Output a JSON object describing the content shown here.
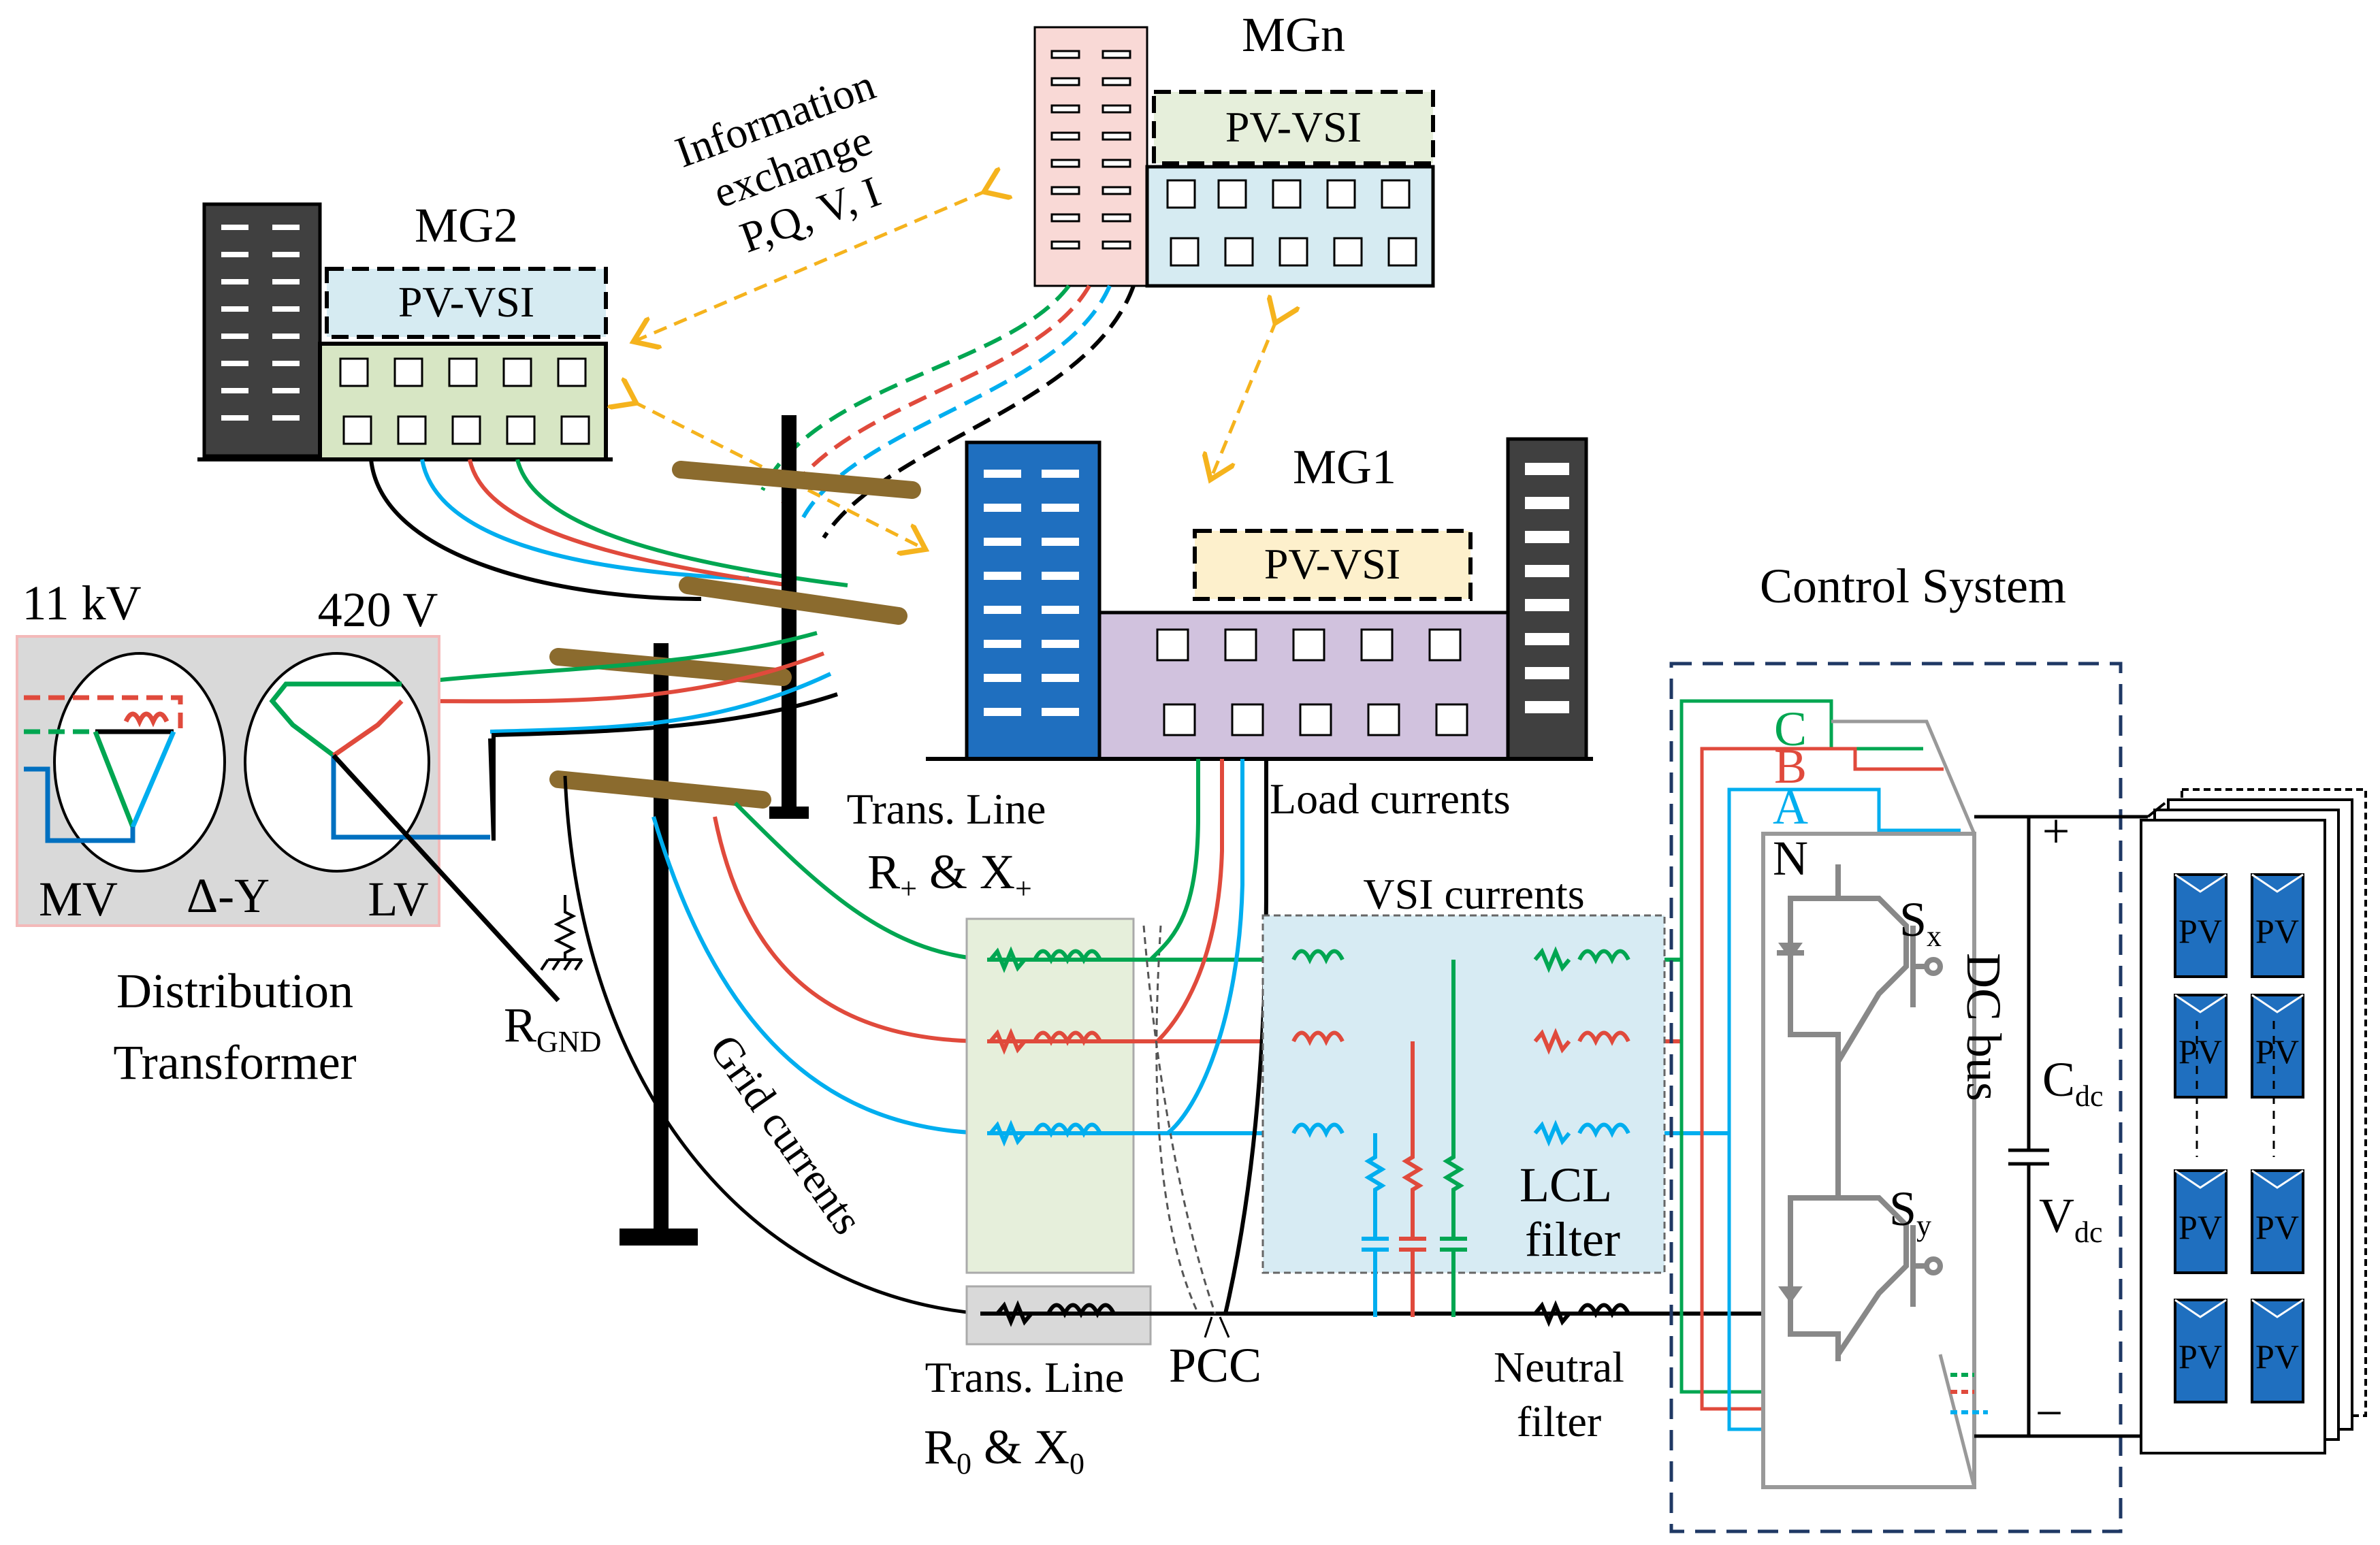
{
  "colors": {
    "phase_a": "#00aeef",
    "phase_b": "#e04a3c",
    "phase_c": "#00a651",
    "neutral": "#000000",
    "pole_bar": "#8b6b2e",
    "arrow_info": "#f5b31d",
    "control_box": "#1f3864"
  },
  "icons": [
    "building-icon",
    "pole-icon",
    "transformer-icon",
    "igbt-icon",
    "pv-panel-icon",
    "ground-icon",
    "inductor-icon",
    "resistor-icon",
    "capacitor-icon"
  ],
  "microgrids": {
    "mg2": {
      "title": "MG2",
      "inverter": "PV-VSI"
    },
    "mgn": {
      "title": "MGn",
      "inverter": "PV-VSI"
    },
    "mg1": {
      "title": "MG1",
      "inverter": "PV-VSI"
    }
  },
  "info_exchange": {
    "line1": "Information",
    "line2": "exchange",
    "line3": "P,Q, V, I"
  },
  "transformer": {
    "mv_voltage": "11 kV",
    "lv_voltage": "420 V",
    "mv": "MV",
    "connection": "Δ-Y",
    "lv": "LV",
    "caption_line1": "Distribution",
    "caption_line2": "Transformer",
    "ground_r": "R",
    "ground_sub": "GND"
  },
  "grid_currents": "Grid currents",
  "trans_line_pos": {
    "title": "Trans. Line",
    "params": "R+ & X+"
  },
  "trans_line_zero": {
    "title": "Trans. Line",
    "r": "R",
    "r_sub": "0",
    "amp": " & X",
    "x_sub": "0"
  },
  "pcc": "PCC",
  "load_currents": "Load currents",
  "vsi_currents": "VSI currents",
  "lcl_filter": {
    "line1": "LCL",
    "line2": "filter"
  },
  "neutral_filter": {
    "line1": "Neutral",
    "line2": "filter"
  },
  "control_system": "Control System",
  "phases": {
    "c": "C",
    "b": "B",
    "a": "A",
    "n": "N"
  },
  "switches": {
    "sx": "S",
    "sx_sub": "x",
    "sy": "S",
    "sy_sub": "y"
  },
  "dc_bus": "DC bus",
  "cdc": {
    "c": "C",
    "sub": "dc"
  },
  "vdc": {
    "v": "V",
    "sub": "dc"
  },
  "plus": "+",
  "minus": "−",
  "pv_label": "PV"
}
